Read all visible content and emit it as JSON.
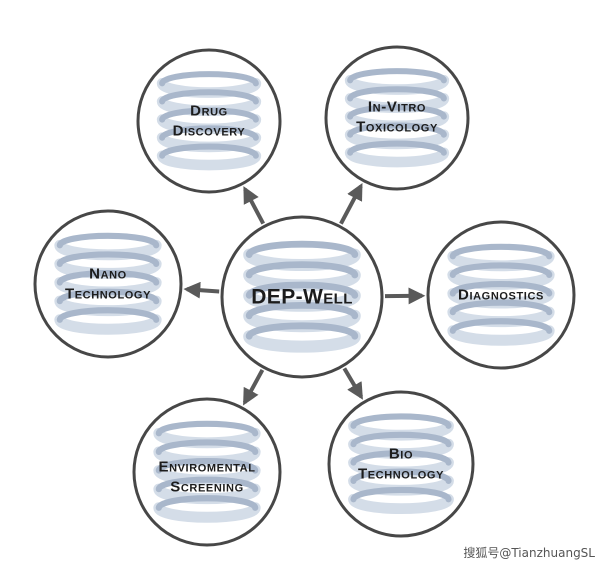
{
  "hub": {
    "label": "DEP-Well"
  },
  "nodes": [
    {
      "id": "drug-discovery",
      "lines": [
        "Drug",
        "Discovery"
      ]
    },
    {
      "id": "in-vitro-toxicology",
      "lines": [
        "In-Vitro",
        "Toxicology"
      ]
    },
    {
      "id": "nano-technology",
      "lines": [
        "Nano",
        "Technology"
      ]
    },
    {
      "id": "diagnostics",
      "lines": [
        "Diagnostics"
      ]
    },
    {
      "id": "enviromental-screening",
      "lines": [
        "Enviromental",
        "Screening"
      ]
    },
    {
      "id": "bio-technology",
      "lines": [
        "Bio",
        "Technology"
      ]
    }
  ],
  "watermark": "搜狐号@TianzhuangSL",
  "colors": {
    "circle_stroke": "#474747",
    "arrow": "#5a5a5a",
    "spiral_light": "#d4dde8",
    "spiral_dark": "#a9b7cb",
    "text": "#1c1c1c"
  }
}
